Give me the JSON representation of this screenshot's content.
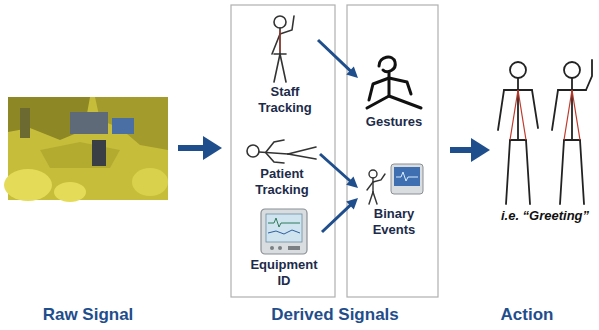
{
  "diagram": {
    "nodes": [
      {
        "text": [
          "Staff Tracking"
        ]
      },
      {
        "text": [
          "Patient Tracking"
        ]
      },
      {
        "text": [
          "Equipment ID"
        ]
      },
      {
        "text": [
          "Gestures"
        ]
      },
      {
        "text": [
          "Binary Events"
        ]
      },
      {
        "text": [
          "i.e. “Greeting”"
        ]
      }
    ],
    "edges": [
      {
        "from": 0,
        "to": 3,
        "arrow": "to"
      },
      {
        "from": 1,
        "to": 4,
        "arrow": "to"
      },
      {
        "from": 2,
        "to": 4,
        "arrow": "to"
      }
    ],
    "labels": [
      "Raw Signal",
      "Derived Signals",
      "Action"
    ]
  }
}
